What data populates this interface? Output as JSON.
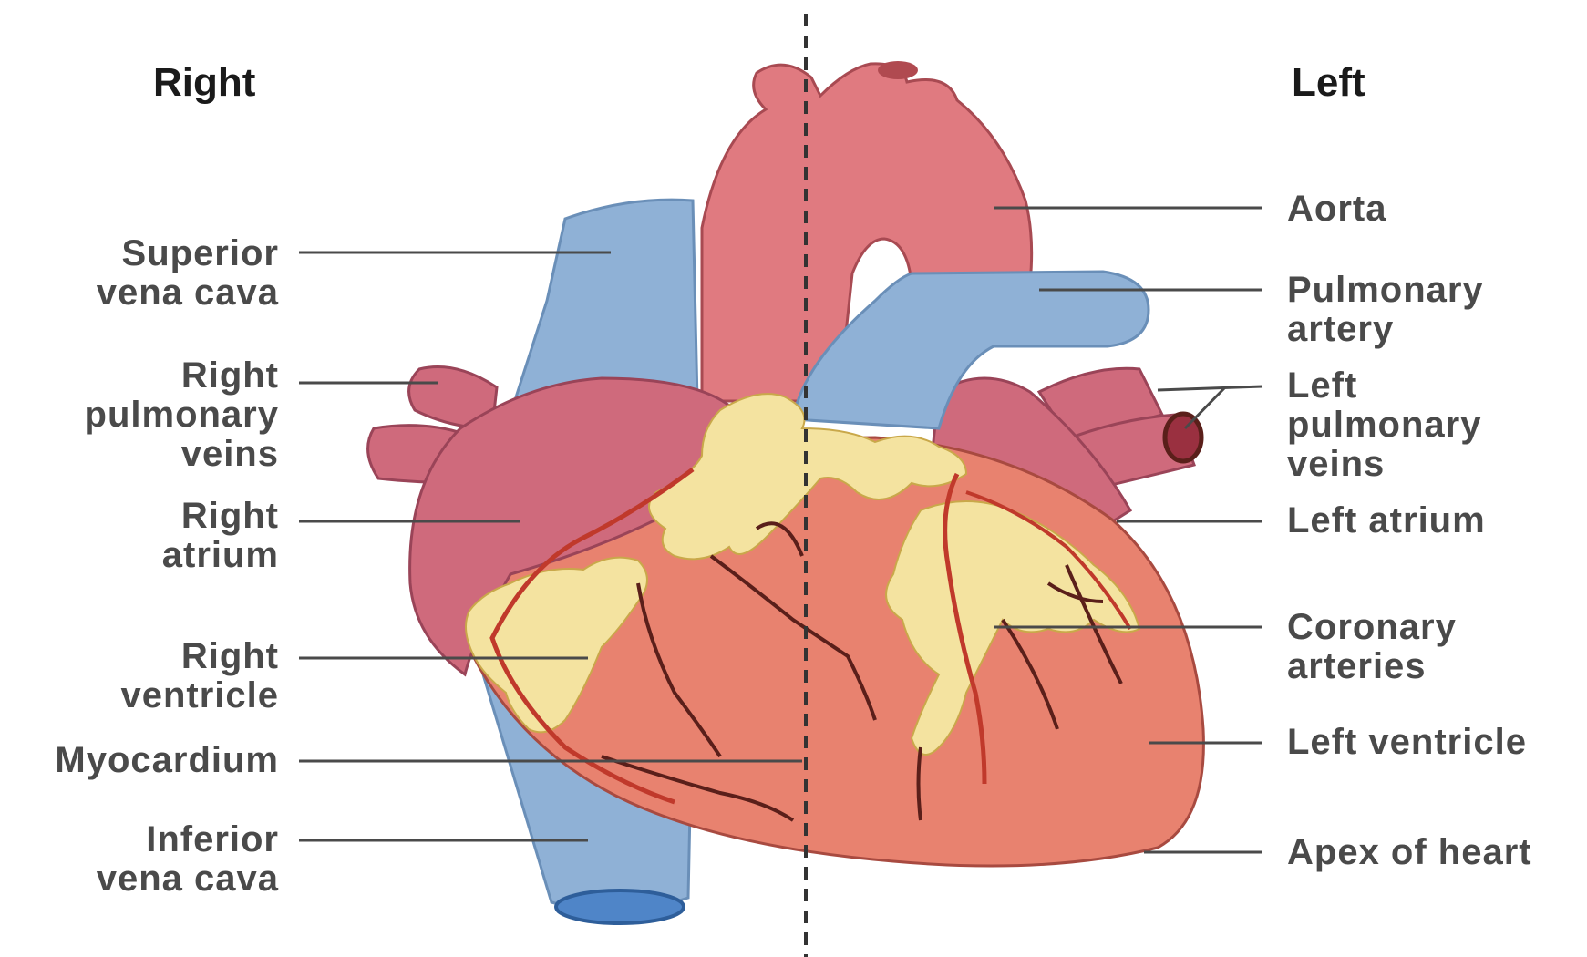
{
  "sides": {
    "right": "Right",
    "left": "Left"
  },
  "labels": {
    "superior_vena_cava": [
      "Superior",
      "vena cava"
    ],
    "right_pulmonary_veins": [
      "Right",
      "pulmonary",
      "veins"
    ],
    "right_atrium": [
      "Right",
      "atrium"
    ],
    "right_ventricle": [
      "Right",
      "ventricle"
    ],
    "myocardium": [
      "Myocardium"
    ],
    "inferior_vena_cava": [
      "Inferior",
      "vena cava"
    ],
    "aorta": [
      "Aorta"
    ],
    "pulmonary_artery": [
      "Pulmonary",
      "artery"
    ],
    "left_pulmonary_veins": [
      "Left",
      "pulmonary",
      "veins"
    ],
    "left_atrium": [
      "Left atrium"
    ],
    "coronary_arteries": [
      "Coronary",
      "arteries"
    ],
    "left_ventricle": [
      "Left ventricle"
    ],
    "apex_of_heart": [
      "Apex of heart"
    ]
  },
  "colors": {
    "artery_red": "#e07a80",
    "atrium_pink": "#cf6a7c",
    "ventricle_salmon": "#e8826f",
    "vein_blue": "#8fb1d6",
    "fat_yellow": "#f4e3a0",
    "vessel_red": "#c0392b",
    "vessel_dark": "#5a1f1a",
    "leader_line": "#4a4a4a"
  }
}
